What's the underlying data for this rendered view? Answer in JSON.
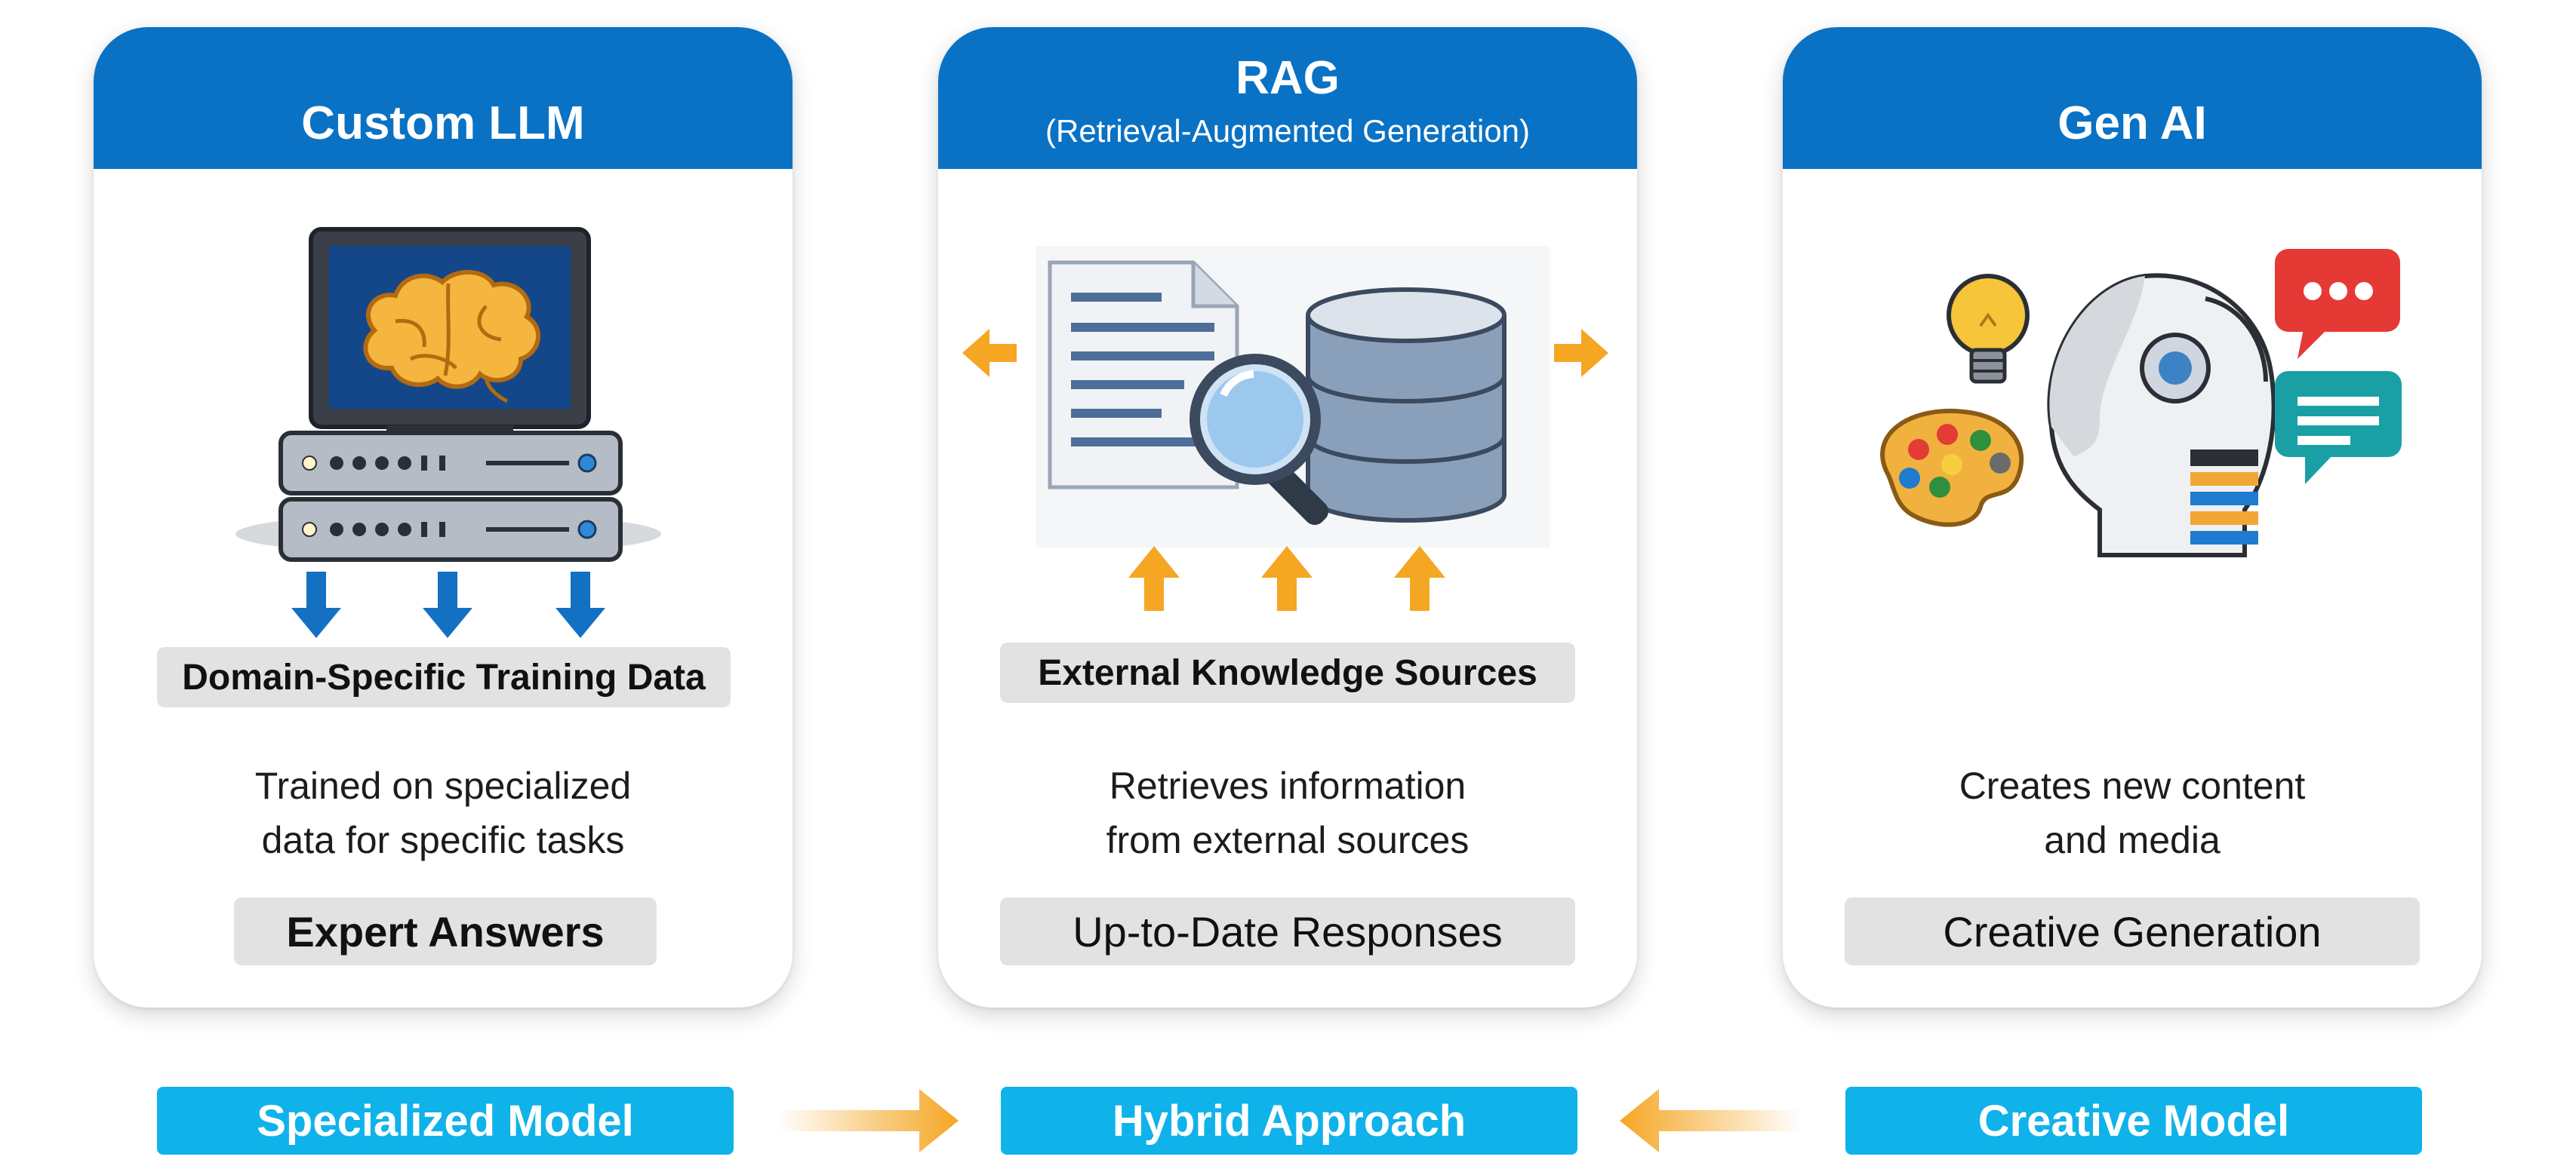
{
  "cards": [
    {
      "title": "Custom LLM",
      "subtitle": "",
      "source_label": "Domain-Specific Training Data",
      "description_lines": [
        "Trained on specialized",
        "data for specific tasks"
      ],
      "outcome": "Expert Answers",
      "illustration": "computer-with-brain-on-servers"
    },
    {
      "title": "RAG",
      "subtitle": "(Retrieval-Augmented Generation)",
      "source_label": "External Knowledge Sources",
      "description_lines": [
        "Retrieves information",
        "from external sources"
      ],
      "outcome": "Up-to-Date Responses",
      "illustration": "document-magnifier-database"
    },
    {
      "title": "Gen AI",
      "subtitle": "",
      "source_label": "",
      "description_lines": [
        "Creates new content",
        "and media"
      ],
      "outcome": "Creative Generation",
      "illustration": "robot-head-with-bulb-palette-chat"
    }
  ],
  "bottom": {
    "left": "Specialized Model",
    "center": "Hybrid Approach",
    "right": "Creative Model"
  },
  "colors": {
    "header_blue": "#0a72c4",
    "bottom_cyan": "#10b2ea",
    "arrow_blue": "#1470c2",
    "arrow_orange": "#f5a623",
    "pill_gray": "#e2e2e2"
  }
}
